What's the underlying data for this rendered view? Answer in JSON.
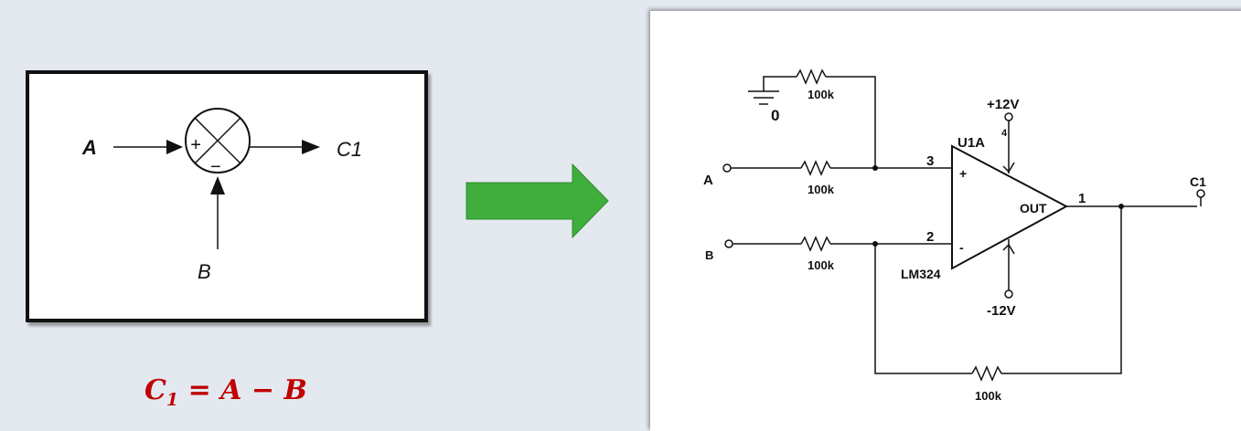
{
  "block": {
    "input_a": "A",
    "input_b": "B",
    "output": "C1",
    "plus": "+",
    "minus": "−"
  },
  "formula": {
    "c": "C",
    "sub": "1",
    "rest": " = A − B"
  },
  "circuit": {
    "ground_label": "0",
    "r_top": "100k",
    "r_a": "100k",
    "r_b": "100k",
    "r_fb": "100k",
    "in_a": "A",
    "in_b": "B",
    "pin3": "3",
    "pin2": "2",
    "pin1": "1",
    "opamp_name": "U1A",
    "opamp_model": "LM324",
    "vplus": "+12V",
    "vminus": "-12V",
    "out_pin": "OUT",
    "plus": "+",
    "minus": "-",
    "v4": "4",
    "output": "C1"
  },
  "colors": {
    "arrow": "#3fae3d",
    "formula": "#c00000",
    "background": "#e4e9f0"
  }
}
